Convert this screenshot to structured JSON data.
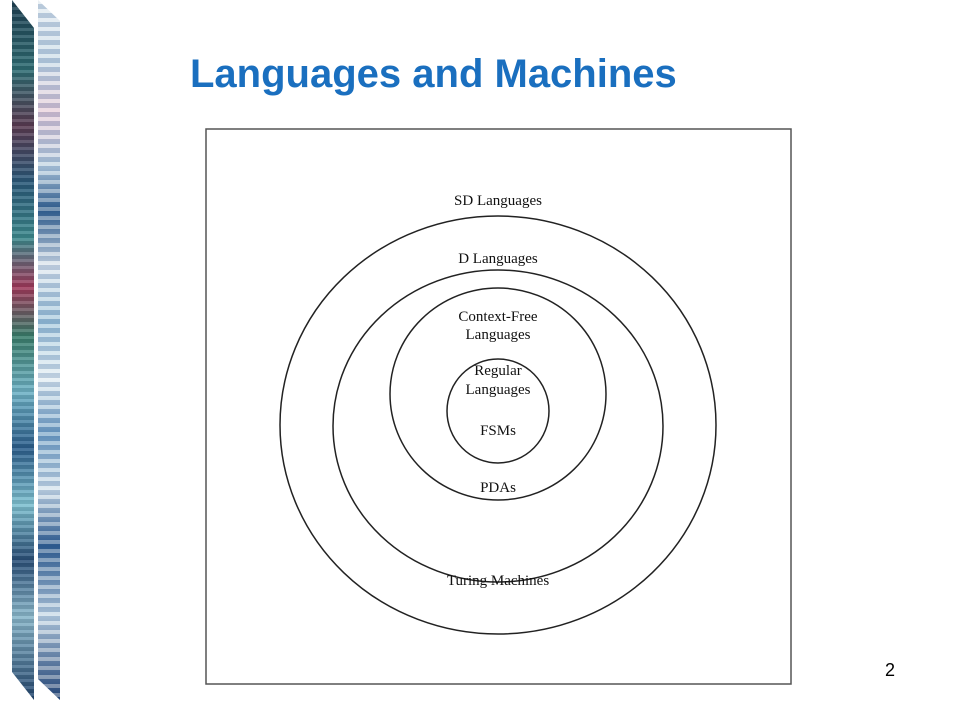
{
  "slide": {
    "title": "Languages and Machines",
    "page_number": "2"
  },
  "diagram": {
    "rings": [
      {
        "name": "sd-languages",
        "label_lines": [
          "SD Languages"
        ],
        "lower_label": "Turing Machines"
      },
      {
        "name": "d-languages",
        "label_lines": [
          "D Languages"
        ],
        "lower_label": ""
      },
      {
        "name": "context-free",
        "label_lines": [
          "Context-Free",
          "Languages"
        ],
        "lower_label": "PDAs"
      },
      {
        "name": "regular",
        "label_lines": [
          "Regular",
          "Languages"
        ],
        "lower_label": "FSMs"
      }
    ],
    "stroke_color": "#222222"
  },
  "colors": {
    "title": "#1a6fbf"
  }
}
